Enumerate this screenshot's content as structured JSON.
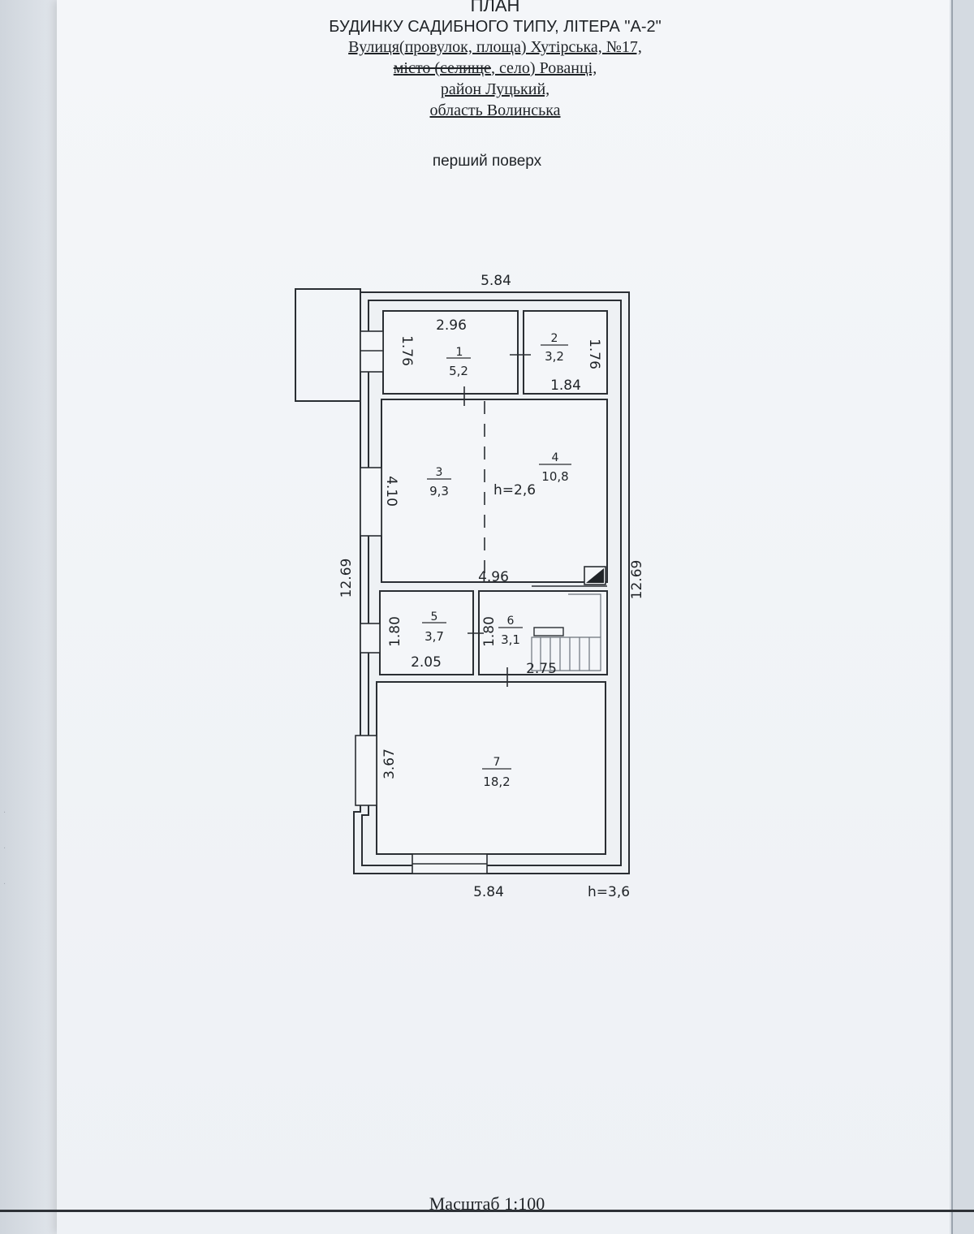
{
  "header": {
    "plan": "ПЛАН",
    "building": "БУДИНКУ САДИБНОГО ТИПУ, ЛІТЕРА \"А-2\"",
    "street": "Вулиця(провулок, площа) Хутірська, №17,",
    "settlement_struck": "місто (селище",
    "settlement_rest": ", село) Рованці,",
    "district": "район Луцький,",
    "region": "область Волинська"
  },
  "floor_label": "перший поверх",
  "scale": "Масштаб 1:100",
  "dimensions": {
    "top_width": "5.84",
    "bottom_width": "5.84",
    "left_height": "12.69",
    "right_height": "12.69",
    "room1_width": "2.96",
    "room1_height": "1.76",
    "room2_height": "1.76",
    "room2_width": "1.84",
    "room3_height": "4.10",
    "mid_width": "4.96",
    "room5_height": "1.80",
    "room5_width": "2.05",
    "room6_height": "1.80",
    "room6_width": "2.75",
    "room7_height": "3.67",
    "ceiling_main": "h=2,6",
    "ceiling_total": "h=3,6"
  },
  "rooms": [
    {
      "number": "1",
      "area": "5,2"
    },
    {
      "number": "2",
      "area": "3,2"
    },
    {
      "number": "3",
      "area": "9,3"
    },
    {
      "number": "4",
      "area": "10,8"
    },
    {
      "number": "5",
      "area": "3,7"
    },
    {
      "number": "6",
      "area": "3,1"
    },
    {
      "number": "7",
      "area": "18,2"
    }
  ],
  "colors": {
    "ink": "#1f2327",
    "paper": "#f1f4f7",
    "wall": "#eef1f4"
  }
}
